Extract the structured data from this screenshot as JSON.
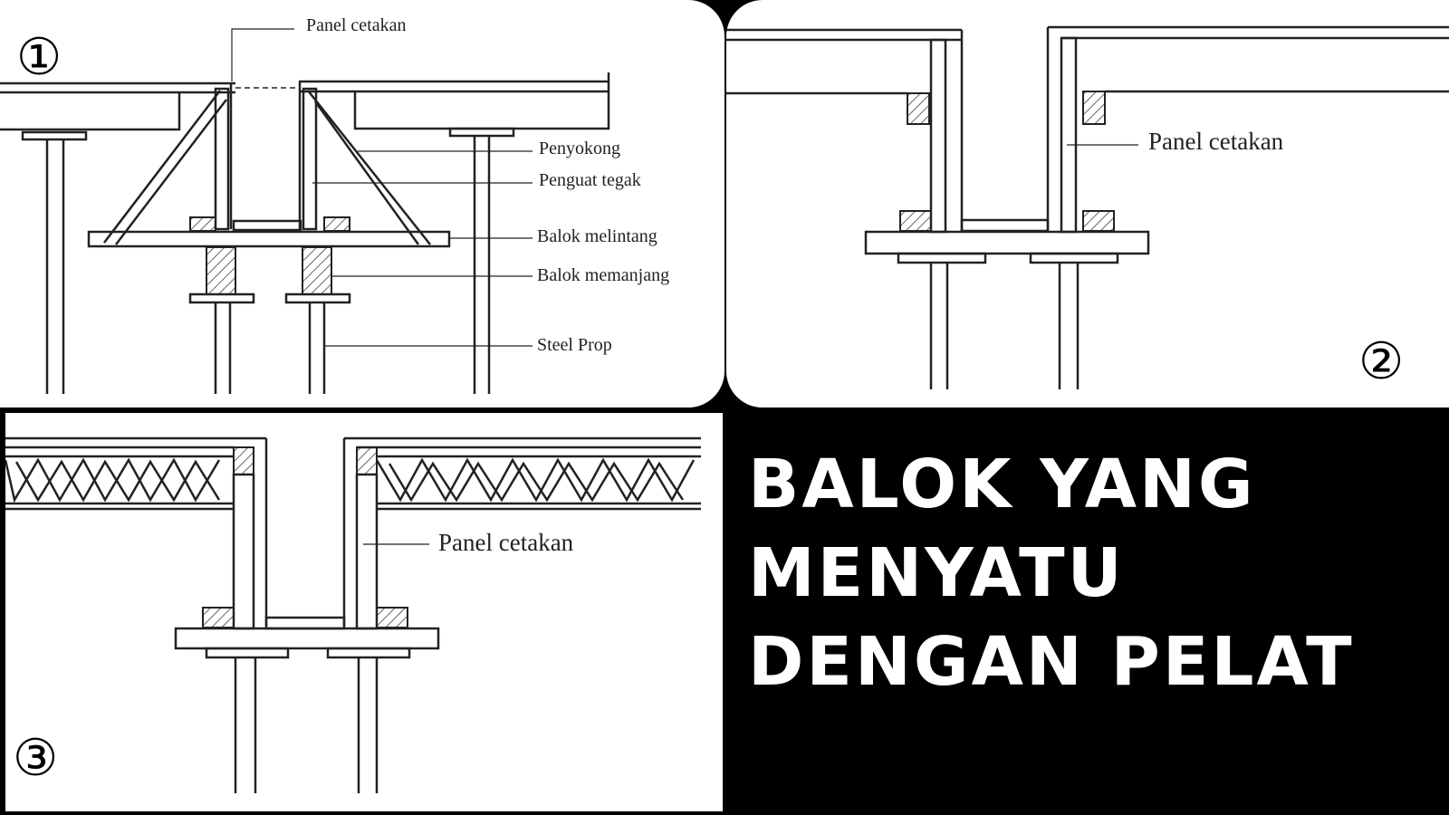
{
  "panel_1": {
    "number": "①",
    "labels": {
      "panel_cetakan": "Panel cetakan",
      "penyokong": "Penyokong",
      "penguat_tegak": "Penguat tegak",
      "balok_melintang": "Balok melintang",
      "balok_memanjang": "Balok memanjang",
      "steel_prop": "Steel Prop"
    }
  },
  "panel_2": {
    "number": "②",
    "labels": {
      "panel_cetakan": "Panel cetakan"
    }
  },
  "panel_3": {
    "number": "③",
    "labels": {
      "panel_cetakan": "Panel cetakan"
    }
  },
  "title": {
    "line_1": "BALOK YANG",
    "line_2": "MENYATU",
    "line_3": "DENGAN PELAT"
  }
}
